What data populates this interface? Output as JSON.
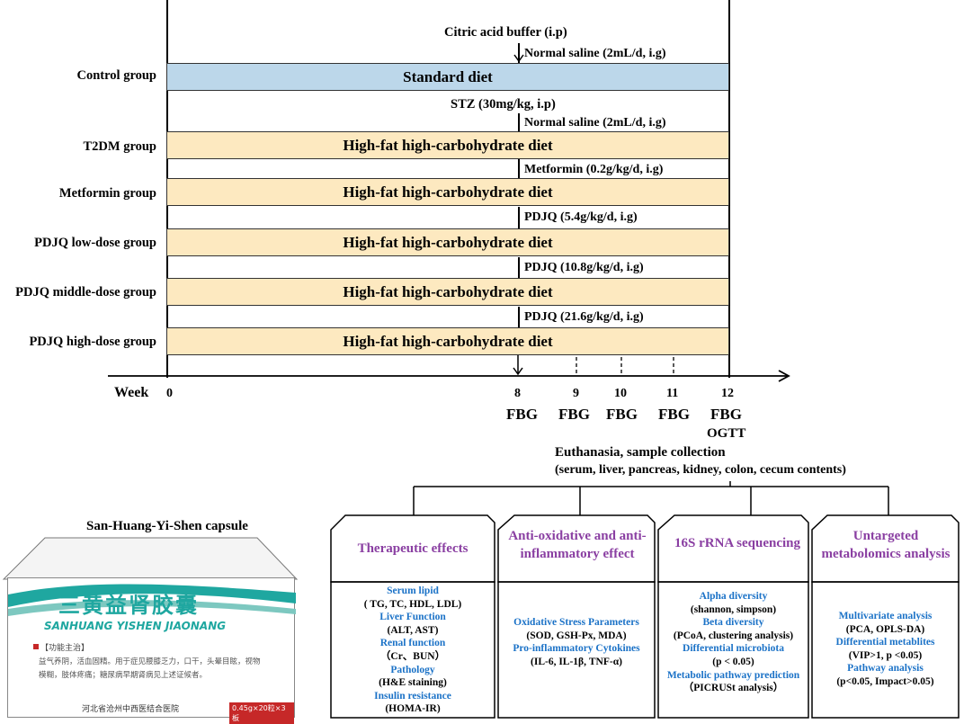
{
  "groups": [
    {
      "label": "Control group",
      "diet": "Standard diet",
      "treatment": "Normal saline (2mL/d, i.g)"
    },
    {
      "label": "T2DM group",
      "diet": "High-fat high-carbohydrate diet",
      "treatment": "Normal saline (2mL/d, i.g)"
    },
    {
      "label": "Metformin group",
      "diet": "High-fat high-carbohydrate diet",
      "treatment": "Metformin (0.2g/kg/d, i.g)"
    },
    {
      "label": "PDJQ low-dose group",
      "diet": "High-fat high-carbohydrate diet",
      "treatment": "PDJQ (5.4g/kg/d, i.g)"
    },
    {
      "label": "PDJQ middle-dose group",
      "diet": "High-fat high-carbohydrate diet",
      "treatment": "PDJQ (10.8g/kg/d, i.g)"
    },
    {
      "label": "PDJQ high-dose group",
      "diet": "High-fat high-carbohydrate diet",
      "treatment": "PDJQ (21.6g/kg/d, i.g)"
    }
  ],
  "injections": {
    "citric": "Citric acid buffer (i.p)",
    "stz": "STZ (30mg/kg, i.p)"
  },
  "colors": {
    "standard_diet": "#bcd7ea",
    "hfhc_diet": "#fde9c0",
    "heading": "#8a3fa2",
    "parameter": "#1b72c7"
  },
  "timeline": {
    "axis_label": "Week",
    "ticks": [
      "0",
      "8",
      "9",
      "10",
      "11",
      "12"
    ],
    "measurements": {
      "w8": "FBG",
      "w9": "FBG",
      "w10": "FBG",
      "w11": "FBG",
      "w12": "FBG"
    },
    "ogtt": "OGTT",
    "euthanasia": "Euthanasia, sample collection",
    "samples": "(serum, liver, pancreas, kidney, colon, cecum contents)"
  },
  "capsule": {
    "title": "San-Huang-Yi-Shen capsule",
    "cn_name": "三黄益肾胶囊",
    "pinyin": "SANHUANG YISHEN JIAONANG",
    "tag": "【功能主治】",
    "desc1": "益气养阴，活血固精。用于症见腰膝乏力，口干，头晕目眩，视物",
    "desc2": "模糊，肢体疼痛；糖尿病早期肾病见上述证候者。",
    "maker": "河北省沧州中西医结合医院",
    "spec": "0.45g×20粒×3板"
  },
  "boxes": [
    {
      "title": "Therapeutic effects",
      "items": [
        {
          "k": "Serum lipid",
          "v": "( TG, TC, HDL, LDL)"
        },
        {
          "k": "Liver Function",
          "v": "(ALT, AST)"
        },
        {
          "k": "Renal function",
          "v": "（Cr、BUN）"
        },
        {
          "k": "Pathology",
          "v": "(H&E staining)"
        },
        {
          "k": "Insulin resistance",
          "v": "(HOMA-IR)"
        }
      ]
    },
    {
      "title": "Anti-oxidative and anti-inflammatory effect",
      "items": [
        {
          "k": "Oxidative Stress Parameters",
          "v": "(SOD, GSH-Px, MDA)"
        },
        {
          "k": "Pro-inflammatory Cytokines",
          "v": "(IL-6, IL-1β, TNF-α)"
        }
      ]
    },
    {
      "title": "16S rRNA sequencing",
      "items": [
        {
          "k": "Alpha diversity",
          "v": "(shannon, simpson)"
        },
        {
          "k": "Beta diversity",
          "v": "(PCoA, clustering analysis)"
        },
        {
          "k": "Differential microbiota",
          "v": "(p < 0.05)"
        },
        {
          "k": "Metabolic pathway prediction",
          "v": "（PICRUSt analysis）"
        }
      ]
    },
    {
      "title": "Untargeted metabolomics analysis",
      "items": [
        {
          "k": "Multivariate analysis",
          "v": "(PCA, OPLS-DA)"
        },
        {
          "k": "Differential metablites",
          "v": "(VIP>1, p <0.05)"
        },
        {
          "k": "Pathway analysis",
          "v": "(p<0.05, Impact>0.05)"
        }
      ]
    }
  ]
}
